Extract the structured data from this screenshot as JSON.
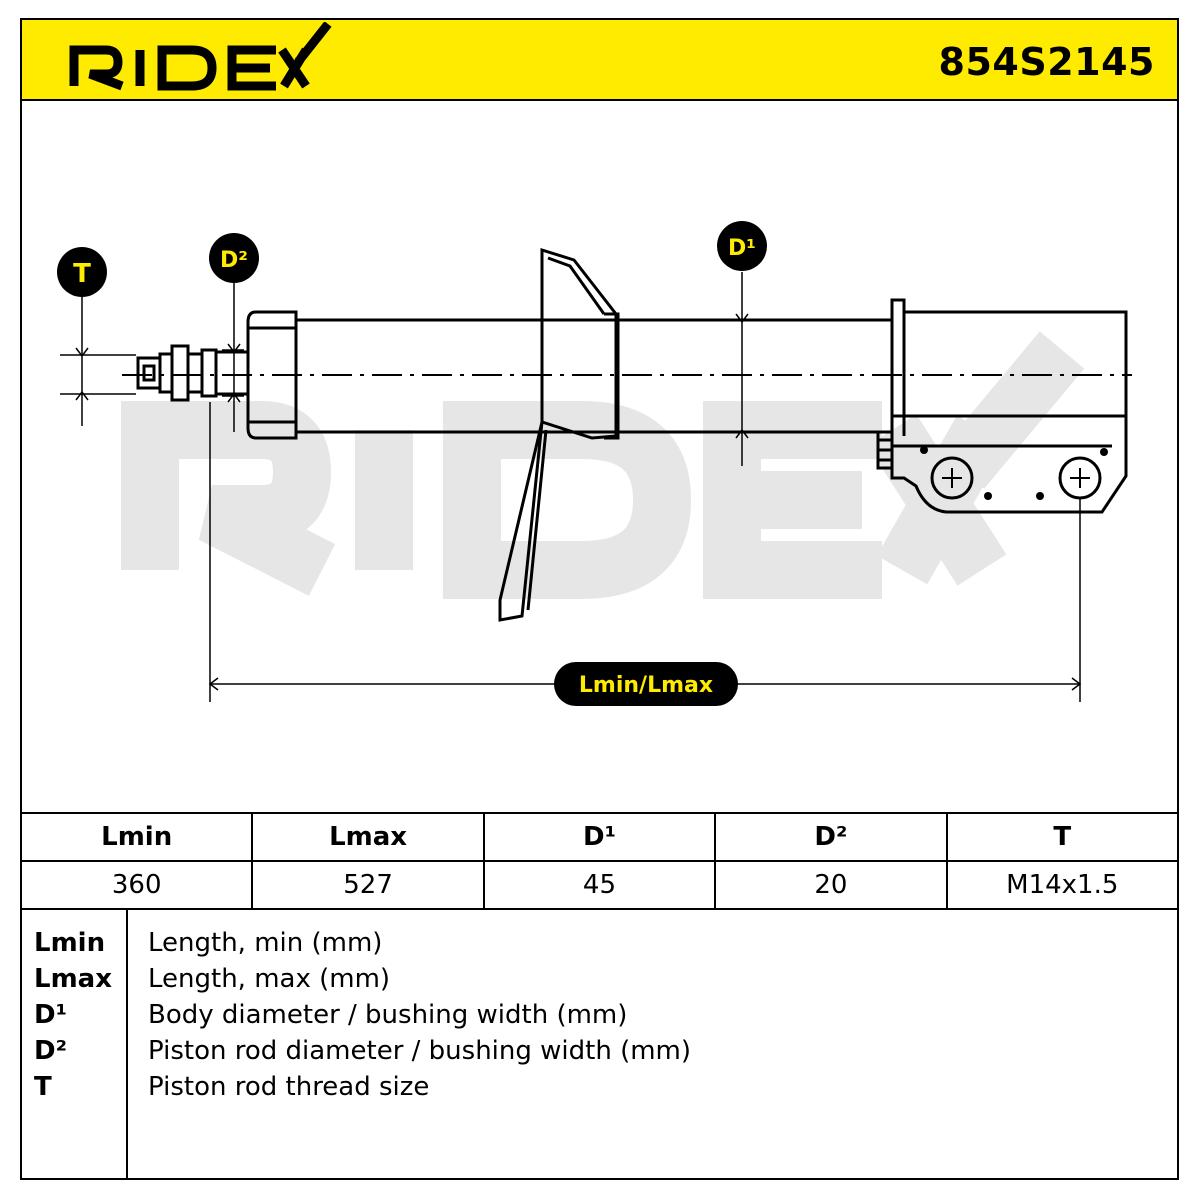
{
  "header": {
    "brand": "RIDEX",
    "part_number": "854S2145",
    "accent_color": "#ffeb00"
  },
  "drawing": {
    "watermark": "RIDEX",
    "callouts": {
      "T": "T",
      "D2": "D²",
      "D1": "D¹",
      "length": "Lmin/Lmax"
    }
  },
  "dimensions": {
    "headers": [
      "Lmin",
      "Lmax",
      "D¹",
      "D²",
      "T"
    ],
    "values": [
      "360",
      "527",
      "45",
      "20",
      "M14x1.5"
    ]
  },
  "legend": [
    {
      "key": "Lmin",
      "desc": "Length, min (mm)"
    },
    {
      "key": "Lmax",
      "desc": "Length, max (mm)"
    },
    {
      "key": "D¹",
      "desc": "Body diameter / bushing width (mm)"
    },
    {
      "key": "D²",
      "desc": "Piston rod diameter / bushing width (mm)"
    },
    {
      "key": "T",
      "desc": "Piston rod thread size"
    }
  ]
}
